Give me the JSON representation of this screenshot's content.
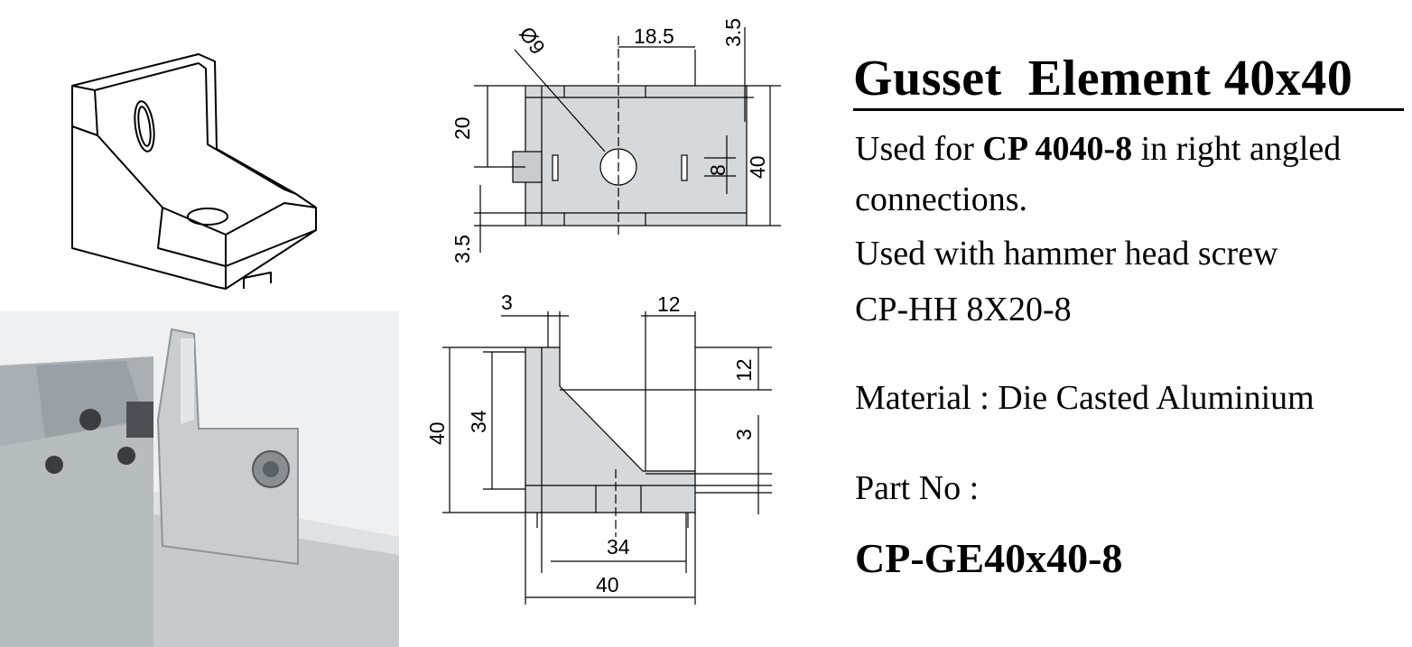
{
  "title": "Gusset  Element 40x40",
  "description": {
    "line1_prefix": "Used for ",
    "line1_bold": "CP 4040-8",
    "line1_suffix": " in right angled",
    "line2": "connections.",
    "line3": "Used with hammer head screw",
    "line4": "CP-HH 8X20-8",
    "material": "Material : Die Casted Aluminium",
    "part_label": "Part No :",
    "part_number": "CP-GE40x40-8"
  },
  "drawing_front": {
    "dim_top_width": "18.5",
    "dim_top_right": "3.5",
    "dim_hole": "Ø9",
    "dim_left_upper": "20",
    "dim_left_lower": "3.5",
    "dim_slot": "8",
    "dim_height": "40"
  },
  "drawing_side": {
    "dim_top_left": "3",
    "dim_top_right": "12",
    "dim_right_upper": "12",
    "dim_right_lower": "3",
    "dim_left_outer": "40",
    "dim_left_inner": "34",
    "dim_bottom_inner": "34",
    "dim_bottom_outer": "40"
  }
}
